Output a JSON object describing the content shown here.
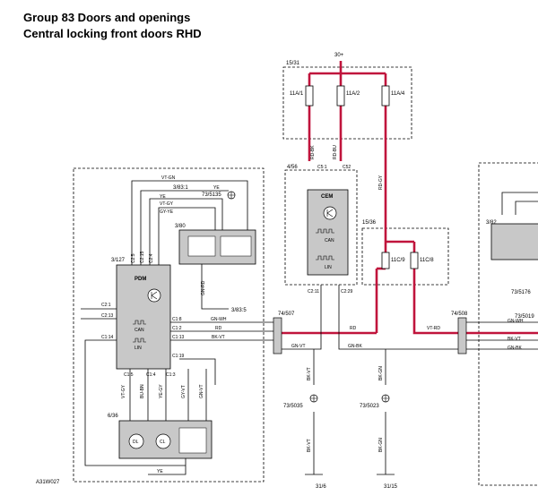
{
  "header": {
    "title_line1": "Group 83 Doors and openings",
    "title_line2": "Central locking front doors RHD"
  },
  "diagram_id": "A31W027",
  "supply": {
    "label": "30+",
    "box_ref": "15/31"
  },
  "fuses": [
    {
      "ref": "11A/1"
    },
    {
      "ref": "11A/2"
    },
    {
      "ref": "11A/4"
    },
    {
      "ref": "11C/9"
    },
    {
      "ref": "11C/8"
    }
  ],
  "modules": {
    "cem": {
      "name": "CEM",
      "ref": "4/56",
      "can": "CAN",
      "lin": "LIN",
      "pins": [
        "C5:1",
        "C52",
        "C2:11",
        "C2:29"
      ]
    },
    "pdm": {
      "name": "PDM",
      "ref": "3/127",
      "can": "CAN",
      "lin": "LIN",
      "pins": [
        "C1:8",
        "C1:2",
        "C1:13",
        "C1:19",
        "C1:14",
        "C1:5",
        "C1:4",
        "C1:3",
        "C2:1",
        "C2:13",
        "C2:3",
        "C2:5",
        "C2:15",
        "C2:4"
      ]
    }
  },
  "refs": {
    "r15_36": "15/36",
    "r3_83_1": "3/83:1",
    "r73_5135": "73/5135",
    "r3_80": "3/80",
    "r3_83_5": "3/83:5",
    "r74_507": "74/507",
    "r74_508": "74/508",
    "r6_36": "6/36",
    "r73_5035": "73/5035",
    "r73_5023": "73/5023",
    "r31_6": "31/6",
    "r31_15": "31/15",
    "r3_82": "3/82",
    "r73_5176": "73/5176",
    "r73_5019": "73/5019"
  },
  "wire_colors": {
    "rd_bk": "RD-BK",
    "rd_bu": "RD-BU",
    "rd_gy": "RD-GY",
    "vt_gn": "VT-GN",
    "ye": "YE",
    "vt_gy": "VT-GY",
    "gy_ye": "GY-YE",
    "gn_rd": "GN-RD",
    "gn_wh": "GN-WH",
    "rd": "RD",
    "bk_vt": "BK-VT",
    "gn_vt": "GN-VT",
    "gn_bk": "GN-BK",
    "vt_rd": "VT-RD",
    "bu_bn": "BU-BN",
    "ye_gy": "YE-GY",
    "gy_vt": "GY-VT",
    "gn_vt2": "GN-VT",
    "sk_gn": "BK-GN"
  },
  "motors": {
    "dl": "DL",
    "cl": "CL"
  },
  "colors": {
    "power": "#c0143c",
    "wire": "#000000",
    "module_fill": "#c8c8c8"
  }
}
